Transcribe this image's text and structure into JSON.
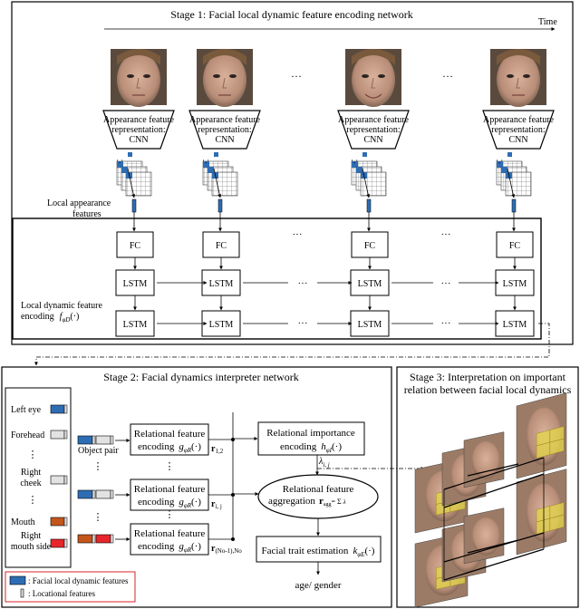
{
  "stage1": {
    "title": "Stage 1: Facial local dynamic feature encoding network",
    "time_label": "Time",
    "cnn_label": [
      "Appearance feature",
      "representation:",
      "CNN"
    ],
    "ellipsis": "···",
    "local_appearance_label": [
      "Local appearance",
      "features"
    ],
    "fc_label": "FC",
    "lstm_label": "LSTM",
    "encoding_label": [
      "Local dynamic feature",
      "encoding"
    ],
    "encoding_func": "f",
    "encoding_sub": "φD",
    "encoding_arg": "(·)"
  },
  "stage2": {
    "title": "Stage 2: Facial dynamics interpreter network",
    "features": [
      "Left eye",
      "Forehead",
      "⋮",
      "Right cheek",
      "⋮",
      "Mouth",
      "Right mouth side"
    ],
    "feature_colors": [
      "#2e6db4",
      "#e2e2e2",
      "",
      "#e2e2e2",
      "",
      "#c4561c",
      "#e8262a"
    ],
    "object_pair_label": "Object pair",
    "relational_label": [
      "Relational feature",
      "encoding"
    ],
    "relational_func": "g",
    "relational_sub": "φR",
    "r_labels": [
      "r",
      "r",
      "r"
    ],
    "r_subs": [
      "1,2",
      "i, j",
      "(No-1),No"
    ],
    "importance_label": [
      "Relational importance",
      "encoding"
    ],
    "importance_func": "h",
    "importance_sub": "φI",
    "lambda_label": "λ",
    "lambda_sub": "i, j",
    "aggregation_label": [
      "Relational feature",
      "aggregation"
    ],
    "aggregation_formula": "r",
    "aggregation_formula_sub": "agg",
    "aggregation_formula_rest": "= Σ",
    "aggregation_formula_tail": "λ",
    "trait_label": "Facial trait estimation",
    "trait_func": "k",
    "trait_sub": "φE",
    "output_label": "age/ gender",
    "legend": [
      ": Facial local dynamic features",
      ": Locational features"
    ]
  },
  "stage3": {
    "title": [
      "Stage 3: Interpretation on important",
      "relation between facial local dynamics"
    ]
  },
  "colors": {
    "blue": "#2e6db4",
    "gray": "#e2e2e2",
    "orange": "#c4561c",
    "red": "#e8262a",
    "legend_border": "#d9262a",
    "highlight": "#e5d84a"
  }
}
